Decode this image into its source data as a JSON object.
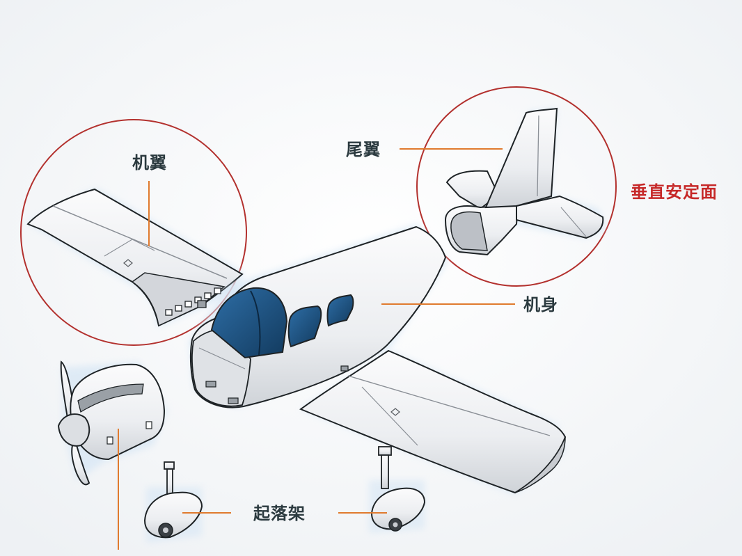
{
  "labels": {
    "wing": "机翼",
    "tail": "尾翼",
    "vertical_stabilizer": "垂直安定面",
    "fuselage": "机身",
    "landing_gear": "起落架"
  },
  "colors": {
    "label_text": "#2b3a3f",
    "highlight_text": "#c62828",
    "leader_line": "#e07a2e",
    "callout_circle": "#b3312e",
    "outline": "#1e2326",
    "body_fill": "#f4f5f7",
    "shade": "#c9ccd1",
    "window": "#1d4f7d",
    "glow": "#d6e6f5"
  }
}
